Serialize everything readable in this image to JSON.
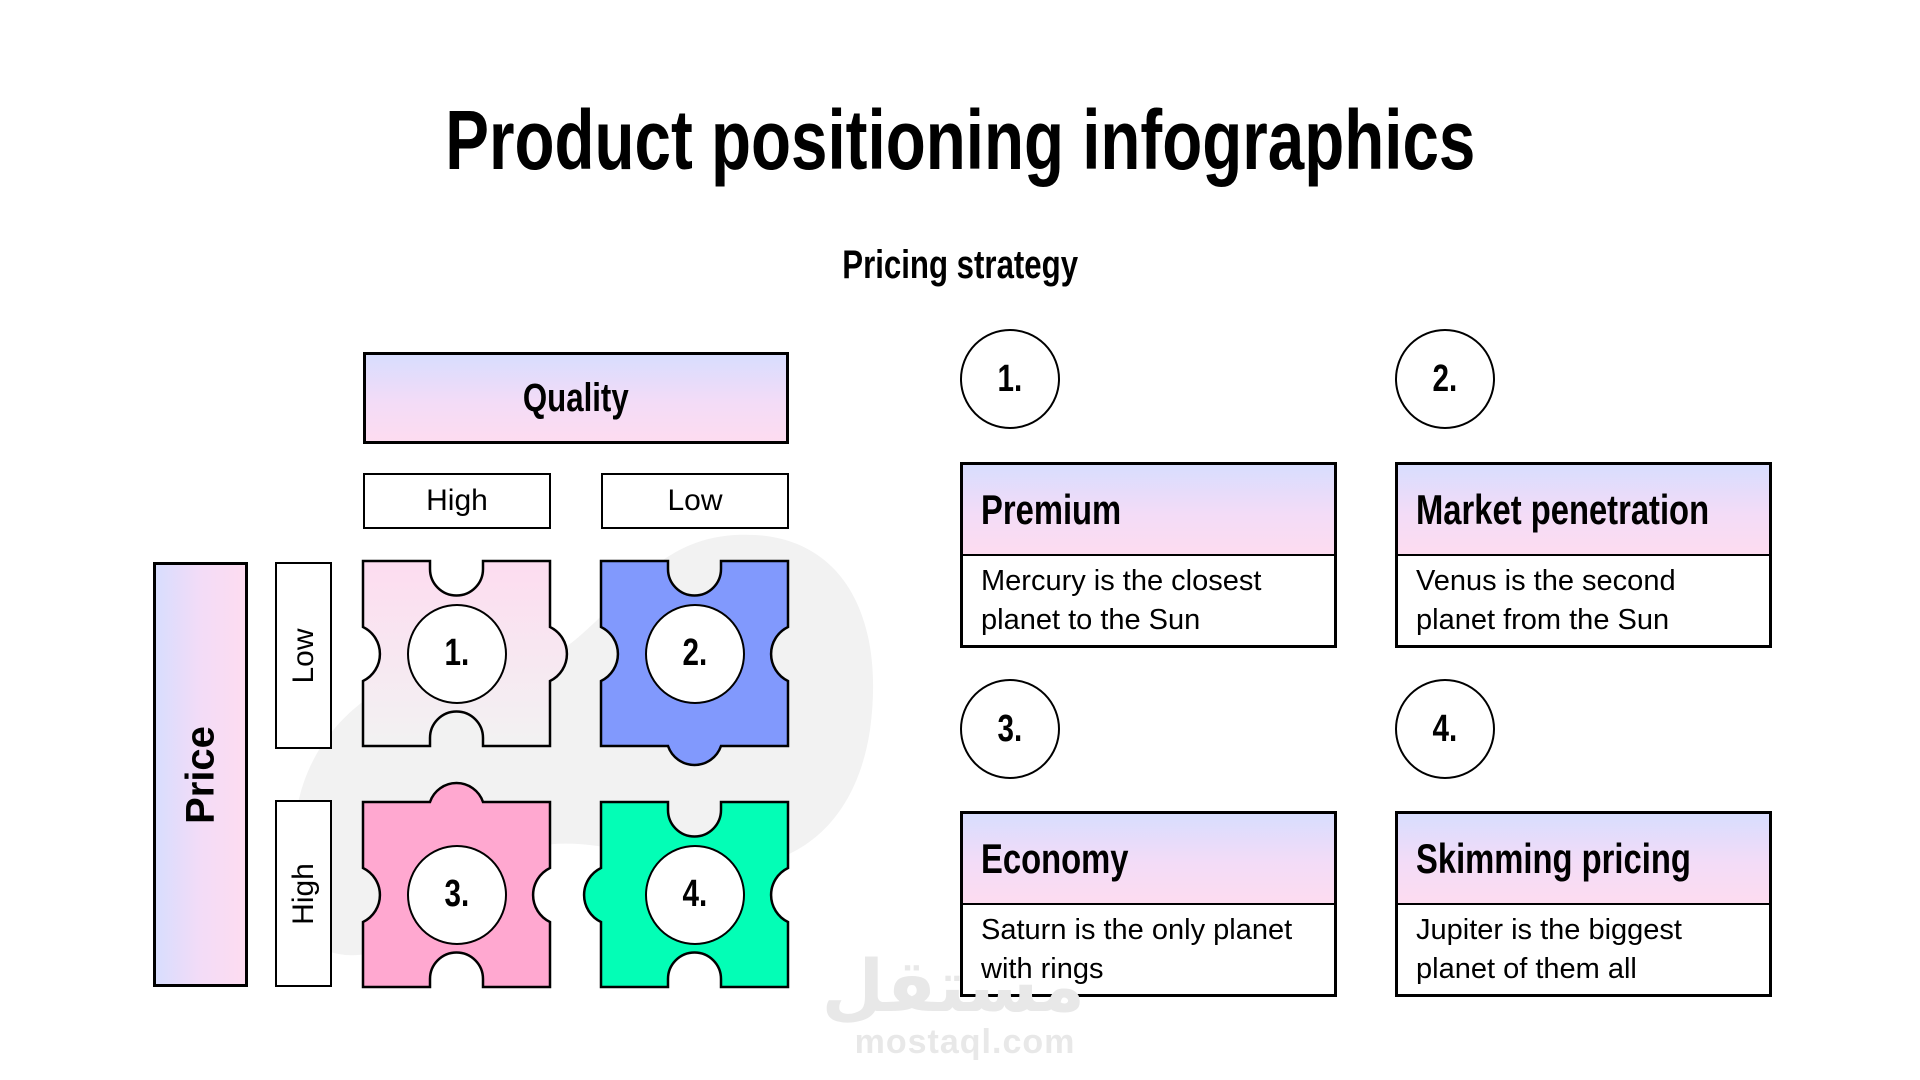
{
  "header": {
    "title": "Product positioning infographics",
    "subtitle": "Pricing strategy"
  },
  "matrix": {
    "column_axis": "Quality",
    "columns": [
      "High",
      "Low"
    ],
    "row_axis": "Price",
    "rows": [
      "Low",
      "High"
    ],
    "pieces": [
      {
        "number": "1.",
        "color": "#fde0f0",
        "color2": "#f2f2f2"
      },
      {
        "number": "2.",
        "color": "#8199fd"
      },
      {
        "number": "3.",
        "color": "#ffa8d0"
      },
      {
        "number": "4.",
        "color": "#03feb6"
      }
    ]
  },
  "cards": [
    {
      "number": "1.",
      "title": "Premium",
      "description": "Mercury is the closest planet to the Sun"
    },
    {
      "number": "2.",
      "title": "Market penetration",
      "description": "Venus is the second planet from the Sun"
    },
    {
      "number": "3.",
      "title": "Economy",
      "description": "Saturn is the only planet with rings"
    },
    {
      "number": "4.",
      "title": "Skimming pricing",
      "description": "Jupiter is the biggest planet of them all"
    }
  ],
  "watermark": {
    "arabic": "مستقل",
    "latin": "mostaql.com"
  },
  "colors": {
    "gradient_start": "#d8ddfe",
    "gradient_end": "#fddcf0",
    "blob": "#f2f2f2",
    "border": "#000000"
  }
}
